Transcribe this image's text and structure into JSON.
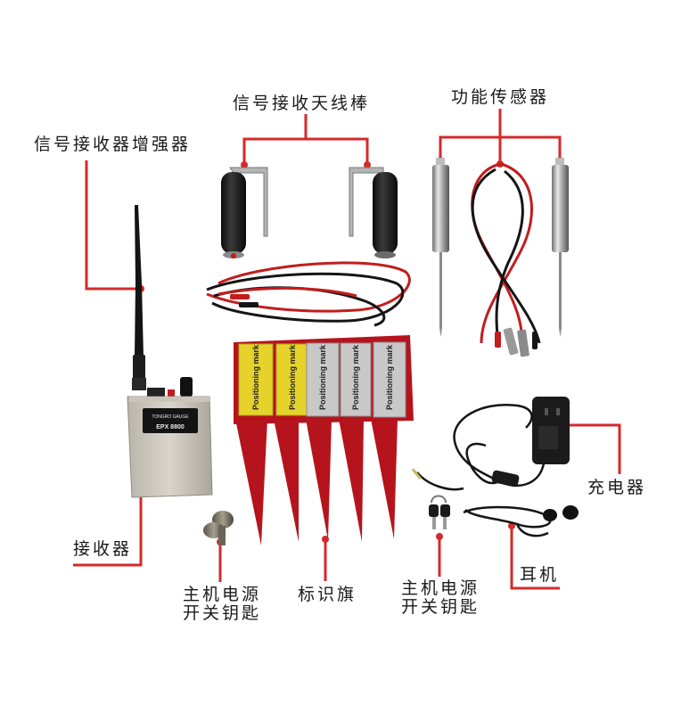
{
  "labels": {
    "signal_booster": "信号接收器增强器",
    "antenna_rods": "信号接收天线棒",
    "function_sensor": "功能传感器",
    "receiver": "接收器",
    "power_key_left": {
      "line1": "主机电源",
      "line2": "开关钥匙"
    },
    "marker_flag": "标识旗",
    "power_key_right": {
      "line1": "主机电源",
      "line2": "开关钥匙"
    },
    "charger": "充电器",
    "earphone": "耳机"
  },
  "device": {
    "brand_text": "TONGRO GAUGE",
    "model_text": "EPX 8800"
  },
  "flags": [
    {
      "text": "Positioning mark",
      "color": "#e5d22a"
    },
    {
      "text": "Positioning mark",
      "color": "#e5d22a"
    },
    {
      "text": "Positioning mark",
      "color": "#c8c8c8"
    },
    {
      "text": "Positioning mark",
      "color": "#c8c8c8"
    },
    {
      "text": "Positioning mark",
      "color": "#c8c8c8"
    }
  ],
  "colors": {
    "leader_line": "#d42a2a",
    "flag_red": "#b5141c",
    "text": "#1a1a1a"
  }
}
